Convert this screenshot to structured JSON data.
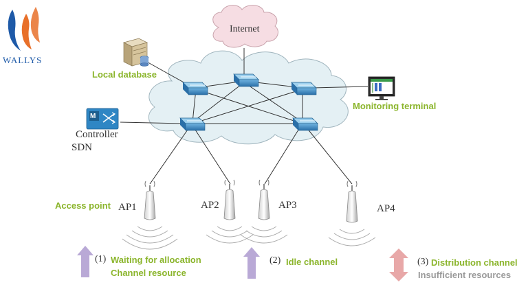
{
  "brand": {
    "name": "WALLYS"
  },
  "nodes": {
    "internet": "Internet",
    "local_database": "Local database",
    "monitoring_terminal": "Monitoring terminal",
    "controller": "Controller",
    "sdn": "SDN",
    "access_point": "Access point",
    "ap1": "AP1",
    "ap2": "AP2",
    "ap3": "AP3",
    "ap4": "AP4",
    "switch_icon_label": "M"
  },
  "legend": {
    "item1_num": "(1)",
    "item1_line1": "Waiting for allocation",
    "item1_line2": "Channel resource",
    "item2_num": "(2)",
    "item2_line1": "Idle channel",
    "item3_num": "(3)",
    "item3_line1": "Distribution channel",
    "item3_line2": "Insufficient resources"
  },
  "colors": {
    "label_green": "#8bb52c",
    "arrow_purple": "#b9a9d6",
    "arrow_pink": "#e8a8a8",
    "cloud_fill": "#e4f0f4",
    "internet_fill": "#f6dde3",
    "switch_blue": "#3a8ac0"
  }
}
